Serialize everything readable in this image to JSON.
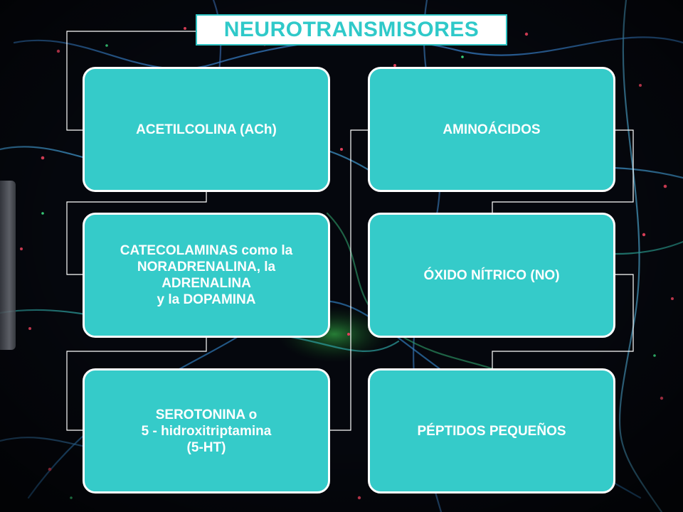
{
  "diagram": {
    "title": "NEUROTRANSMISORES",
    "nodes": {
      "acetilcolina": "ACETILCOLINA (ACh)",
      "catecolaminas": "CATECOLAMINAS como la\nNORADRENALINA, la\nADRENALINA\ny la DOPAMINA",
      "serotonina": "SEROTONINA o\n5 - hidroxitriptamina\n(5-HT)",
      "aminoacidos": "AMINOÁCIDOS",
      "oxido_nitrico": "ÓXIDO NÍTRICO (NO)",
      "peptidos": "PÉPTIDOS PEQUEÑOS"
    }
  },
  "colors": {
    "node_fill": "#35cbc9",
    "node_border": "#ffffff",
    "title_text": "#2fc9c9",
    "background": "#05070d"
  },
  "background_image": "fluorescence-microscopy-neurons"
}
